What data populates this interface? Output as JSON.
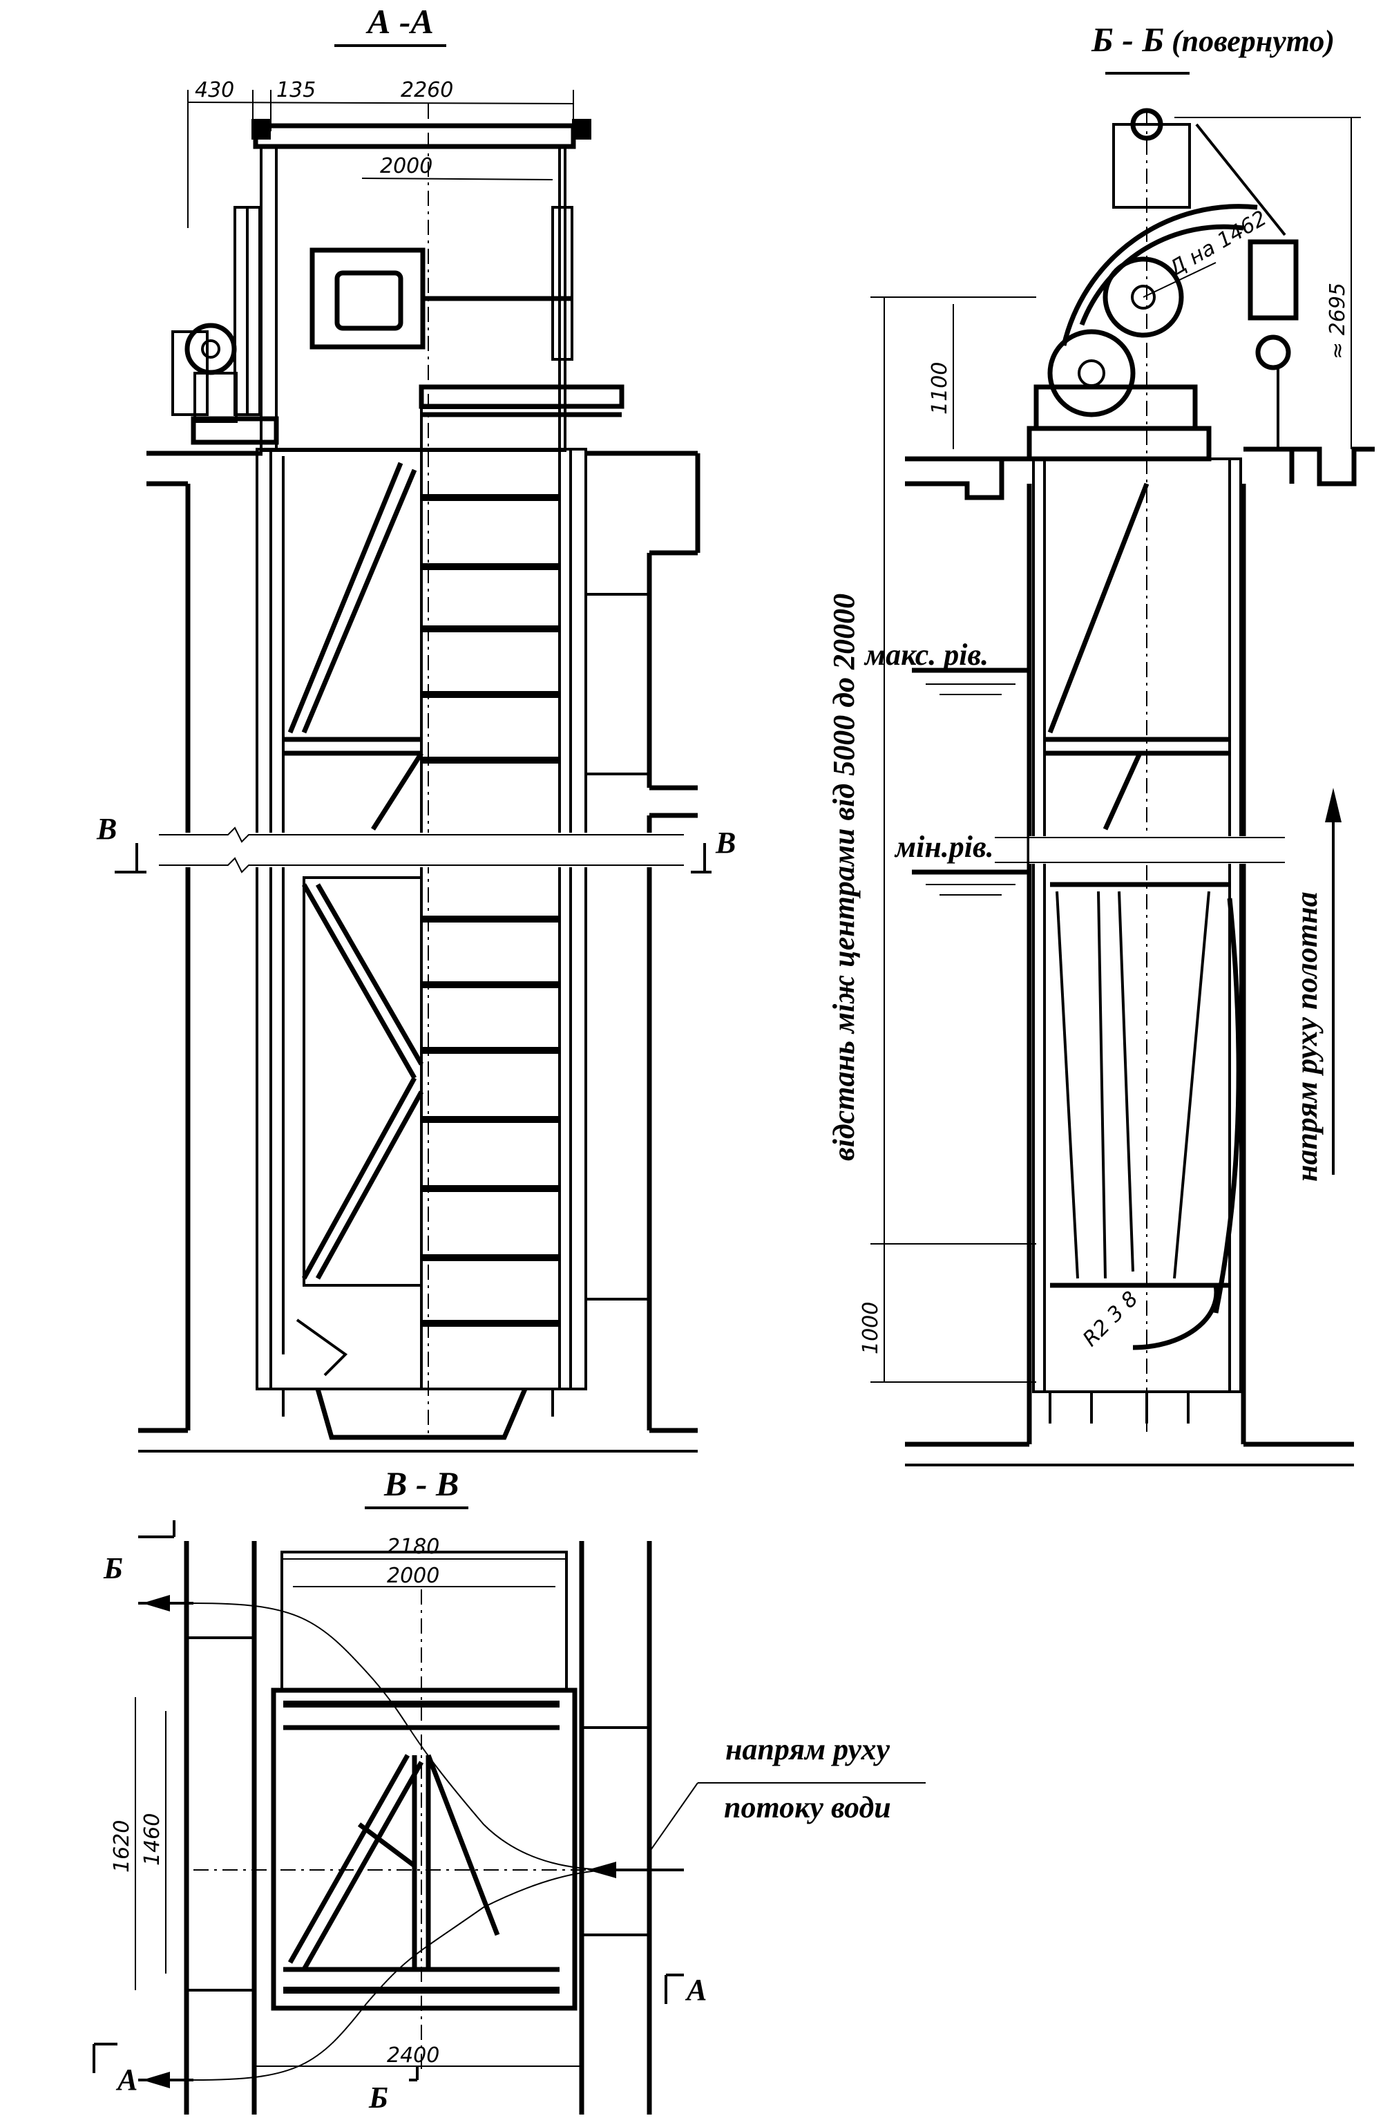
{
  "views": {
    "aa": {
      "title": "А -А"
    },
    "bb": {
      "title": "Б - Б",
      "note": "(повернуто)"
    },
    "vv": {
      "title": "В - В"
    }
  },
  "dimensions": {
    "d430": "430",
    "d135": "135",
    "d2260": "2260",
    "d2000_top": "2000",
    "d_sprocket": "Д на 1462",
    "d2695": "≈ 2695",
    "d1100": "1100",
    "d1000": "1000",
    "d_radius": "R2 3 8",
    "d2180": "2180",
    "d2000_plan": "2000",
    "d1620": "1620",
    "d1460": "1460",
    "d2400": "2400"
  },
  "labels": {
    "distance": "відстань між центрами від 5000 до 20000",
    "max_level": "макс. рів.",
    "min_level": "мін.рів.",
    "belt_direction": "напрям руху полотна",
    "flow_direction_line1": "напрям руху",
    "flow_direction_line2": "потоку води"
  },
  "section_marks": {
    "v_left": "В",
    "v_right": "В",
    "b_top": "Б",
    "b_bottom": "Б",
    "a_right": "А",
    "a_left": "А"
  }
}
